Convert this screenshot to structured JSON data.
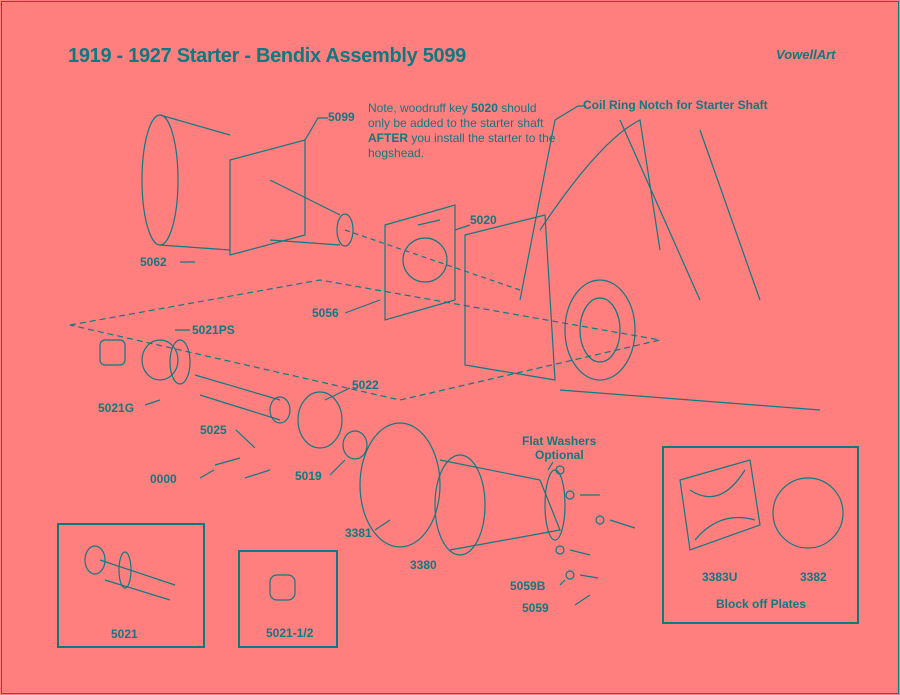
{
  "title": "1919 - 1927 Starter - Bendix Assembly 5099",
  "brand": "VowellArt",
  "note": {
    "pre": "Note, woodruff key ",
    "key": "5020",
    "mid": " should only be added to the starter shaft ",
    "after": "AFTER",
    "post": " you install the starter to the hogshead."
  },
  "callouts": {
    "coil": "Coil Ring Notch for Starter Shaft",
    "p5099": "5099",
    "p5020": "5020",
    "p5062": "5062",
    "p5056": "5056",
    "p5021PS": "5021PS",
    "p5021G": "5021G",
    "p5022": "5022",
    "p5025": "5025",
    "p0000": "0000",
    "p5019": "5019",
    "flat": "Flat Washers",
    "optional": "Optional",
    "p3381": "3381",
    "p3380": "3380",
    "p5059B": "5059B",
    "p5059": "5059",
    "p5021": "5021",
    "p5021half": "5021-1/2",
    "p3383U": "3383U",
    "p3382": "3382",
    "blockoff": "Block off Plates"
  }
}
